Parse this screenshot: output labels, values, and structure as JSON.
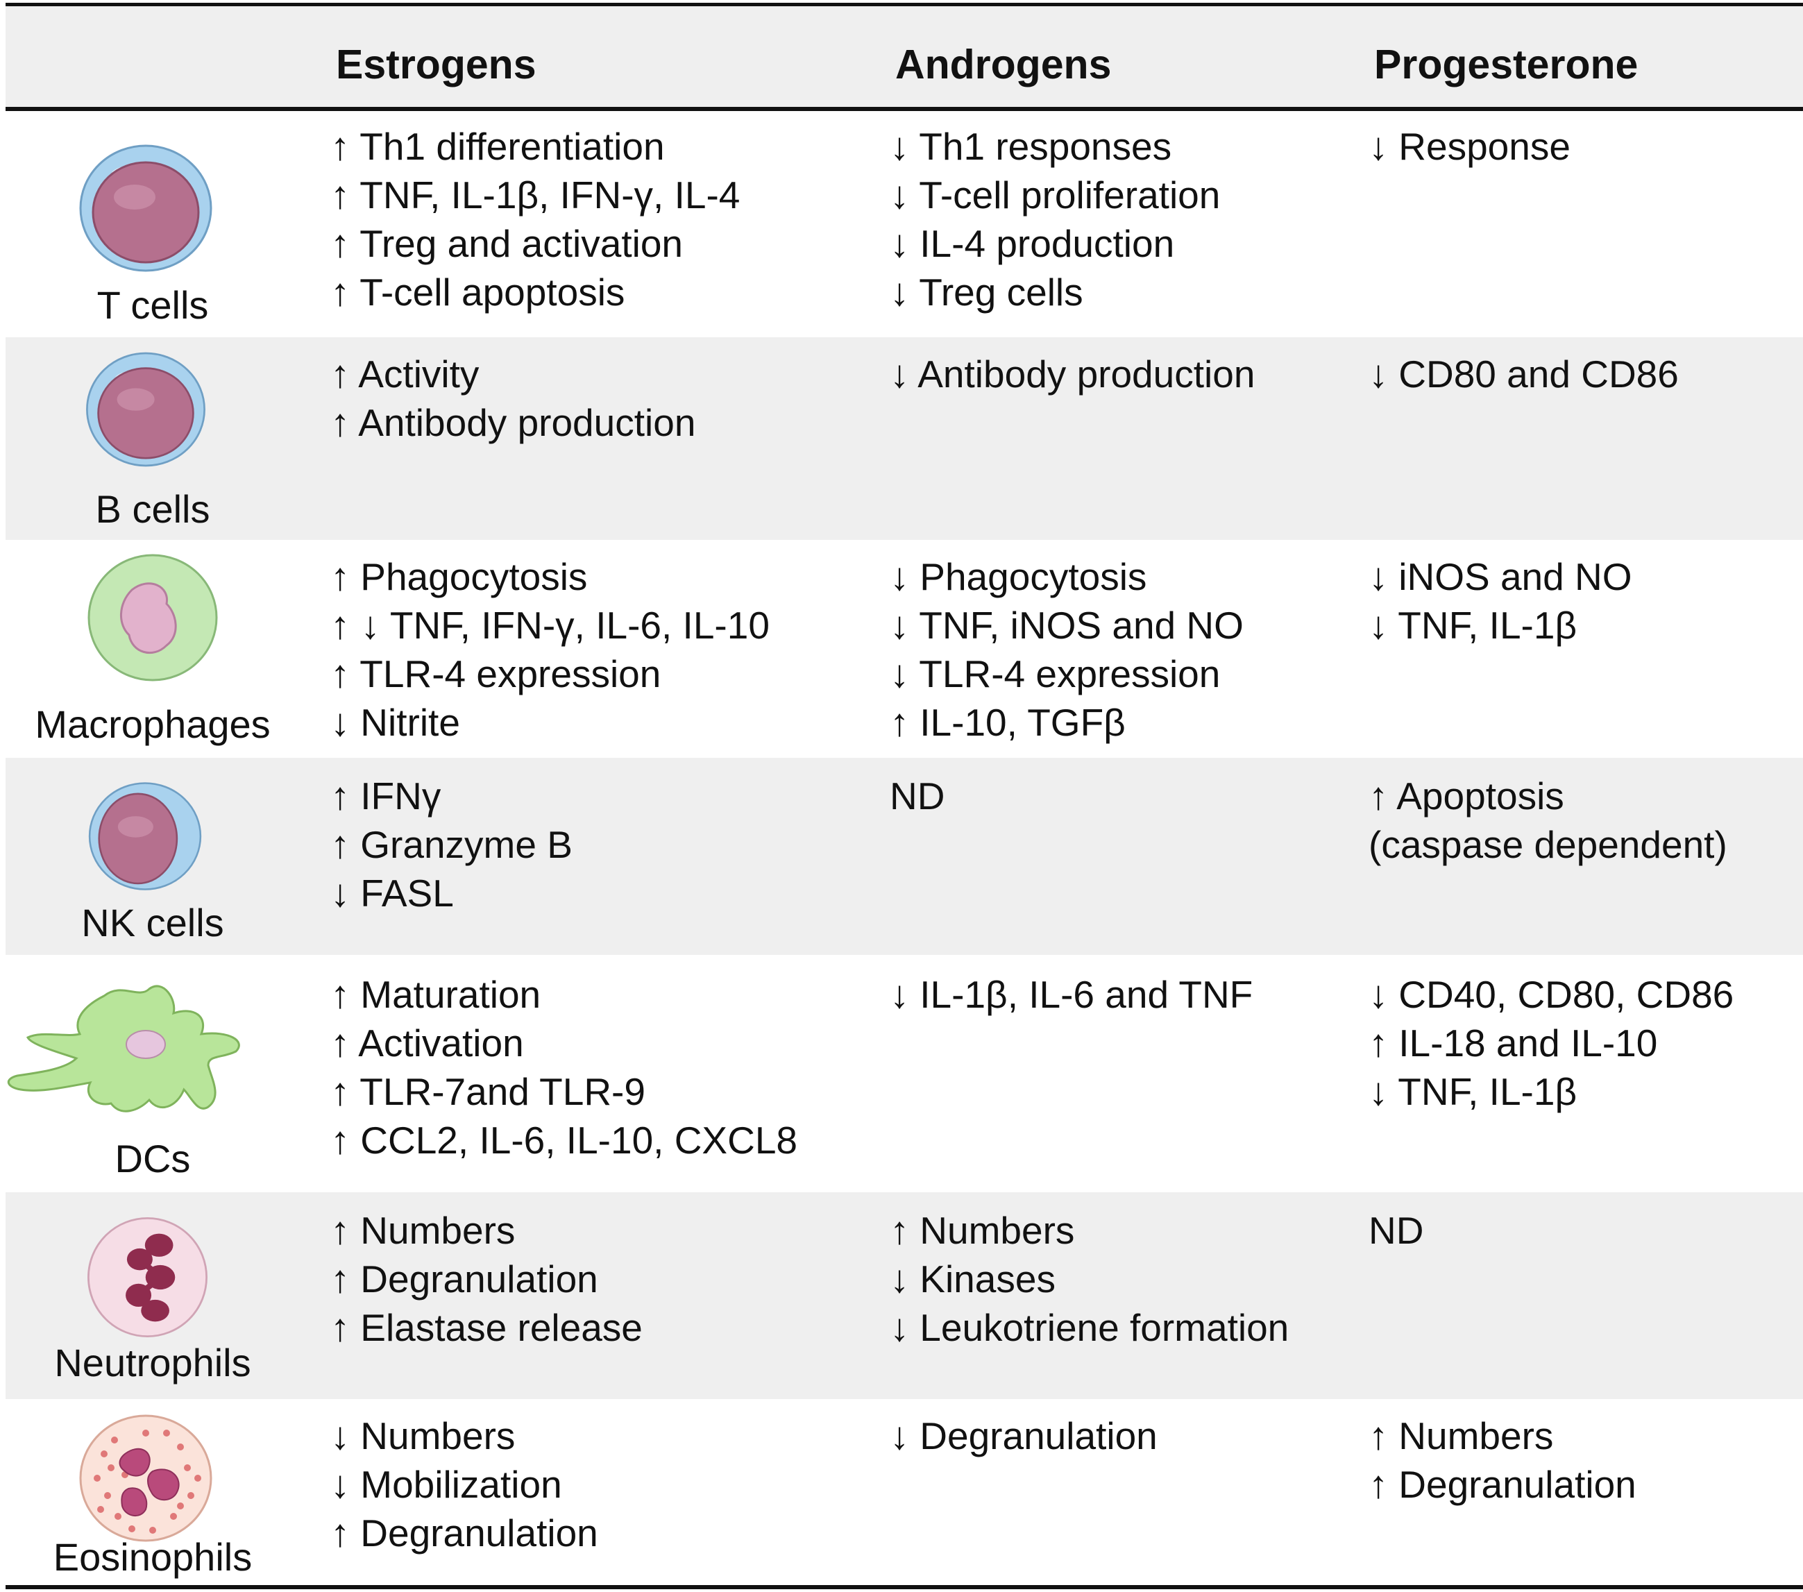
{
  "columns": [
    "",
    "Estrogens",
    "Androgens",
    "Progesterone"
  ],
  "rows": [
    {
      "label": "T cells",
      "icon": "t-cell-icon",
      "estrogens": [
        [
          "↑",
          "Th1 differentiation"
        ],
        [
          "↑",
          "TNF, IL-1β, IFN-γ, IL-4"
        ],
        [
          "↑",
          "Treg and activation"
        ],
        [
          "↑",
          "T-cell apoptosis"
        ]
      ],
      "androgens": [
        [
          "↓",
          "Th1 responses"
        ],
        [
          "↓",
          "T-cell proliferation"
        ],
        [
          "↓",
          "IL-4 production"
        ],
        [
          "↓",
          "Treg cells"
        ]
      ],
      "progesterone": [
        [
          "↓",
          "Response"
        ]
      ]
    },
    {
      "label": "B cells",
      "icon": "b-cell-icon",
      "estrogens": [
        [
          "↑",
          "Activity"
        ],
        [
          "↑",
          "Antibody production"
        ]
      ],
      "androgens": [
        [
          "↓",
          "Antibody production"
        ]
      ],
      "progesterone": [
        [
          "↓",
          "CD80 and CD86"
        ]
      ]
    },
    {
      "label": "Macrophages",
      "icon": "macrophage-icon",
      "estrogens": [
        [
          "↑",
          "Phagocytosis"
        ],
        [
          "↑ ↓",
          "TNF, IFN-γ, IL-6, IL-10"
        ],
        [
          "↑",
          "TLR-4 expression"
        ],
        [
          "↓",
          "Nitrite"
        ]
      ],
      "androgens": [
        [
          "↓",
          "Phagocytosis"
        ],
        [
          "↓",
          "TNF, iNOS and NO"
        ],
        [
          "↓",
          "TLR-4 expression"
        ],
        [
          "↑",
          "IL-10, TGFβ"
        ]
      ],
      "progesterone": [
        [
          "↓",
          "iNOS and NO"
        ],
        [
          "↓",
          "TNF, IL-1β"
        ]
      ]
    },
    {
      "label": "NK cells",
      "icon": "nk-cell-icon",
      "estrogens": [
        [
          "↑",
          "IFNγ"
        ],
        [
          "↑",
          "Granzyme B"
        ],
        [
          "↓",
          "FASL"
        ]
      ],
      "androgens": [
        [
          "",
          "ND"
        ]
      ],
      "progesterone": [
        [
          "↑",
          "Apoptosis"
        ],
        [
          "",
          "(caspase dependent)"
        ]
      ]
    },
    {
      "label": "DCs",
      "icon": "dendritic-cell-icon",
      "estrogens": [
        [
          "↑",
          "Maturation"
        ],
        [
          "↑",
          "Activation"
        ],
        [
          "↑",
          "TLR-7and TLR-9"
        ],
        [
          "↑",
          "CCL2, IL-6, IL-10, CXCL8"
        ]
      ],
      "androgens": [
        [
          "↓",
          "IL-1β, IL-6 and TNF"
        ]
      ],
      "progesterone": [
        [
          "↓",
          "CD40, CD80, CD86"
        ],
        [
          "↑",
          "IL-18 and IL-10"
        ],
        [
          "↓",
          "TNF, IL-1β"
        ]
      ]
    },
    {
      "label": "Neutrophils",
      "icon": "neutrophil-icon",
      "estrogens": [
        [
          "↑",
          "Numbers"
        ],
        [
          "↑",
          "Degranulation"
        ],
        [
          "↑",
          "Elastase release"
        ]
      ],
      "androgens": [
        [
          "↑",
          "Numbers"
        ],
        [
          "↓",
          "Kinases"
        ],
        [
          "↓",
          "Leukotriene formation"
        ]
      ],
      "progesterone": [
        [
          "",
          "ND"
        ]
      ]
    },
    {
      "label": "Eosinophils",
      "icon": "eosinophil-icon",
      "estrogens": [
        [
          "↓",
          "Numbers"
        ],
        [
          "↓",
          "Mobilization"
        ],
        [
          "↑",
          "Degranulation"
        ]
      ],
      "androgens": [
        [
          "↓",
          "Degranulation"
        ]
      ],
      "progesterone": [
        [
          "↑",
          "Numbers"
        ],
        [
          "↑",
          "Degranulation"
        ]
      ]
    }
  ],
  "colors": {
    "row_shade": "#efefef",
    "rule": "#111111",
    "lymphocyte_membrane": "#a9d2ee",
    "lymphocyte_nucleus": "#b5708e",
    "macrophage_body": "#c4e8b4",
    "macrophage_nucleus": "#e2b2cc",
    "dendritic_body": "#b8e59a",
    "neutrophil_body": "#f6dde6",
    "neutrophil_nucleus": "#8f2c4e",
    "eosinophil_body": "#fbe3da",
    "eosinophil_granules": "#e07878"
  }
}
